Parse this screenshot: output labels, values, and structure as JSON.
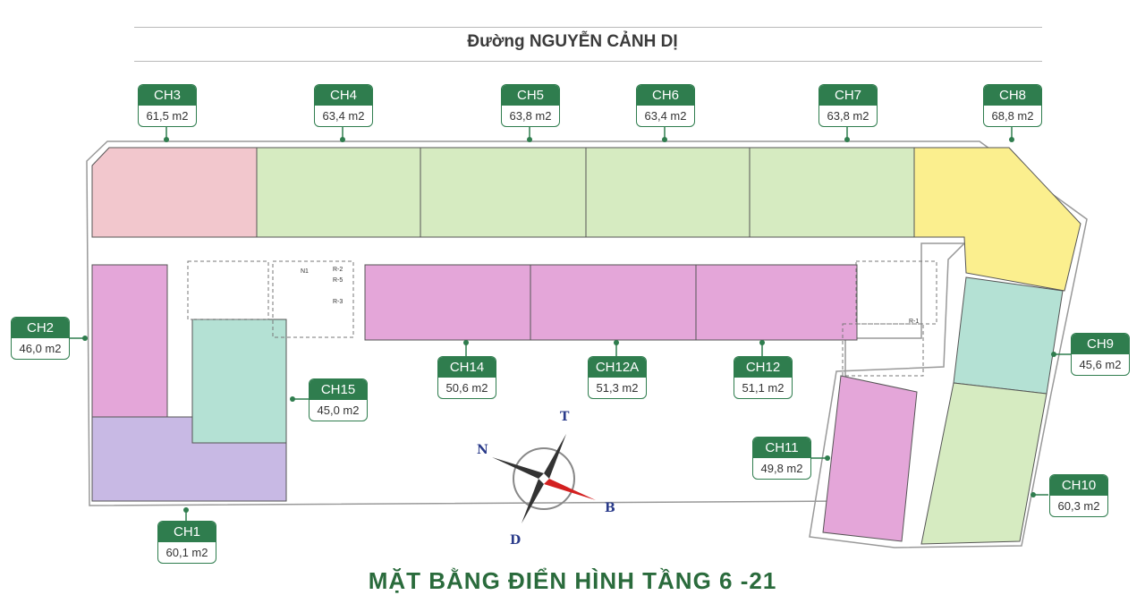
{
  "street": "Đường NGUYỄN CẢNH DỊ",
  "title": "MẶT BẰNG ĐIỂN HÌNH TẦNG 6 -21",
  "units": [
    {
      "name": "CH3",
      "area": "61,5 m2"
    },
    {
      "name": "CH4",
      "area": "63,4 m2"
    },
    {
      "name": "CH5",
      "area": "63,8 m2"
    },
    {
      "name": "CH6",
      "area": "63,4 m2"
    },
    {
      "name": "CH7",
      "area": "63,8 m2"
    },
    {
      "name": "CH8",
      "area": "68,8 m2"
    },
    {
      "name": "CH2",
      "area": "46,0 m2"
    },
    {
      "name": "CH15",
      "area": "45,0 m2"
    },
    {
      "name": "CH14",
      "area": "50,6 m2"
    },
    {
      "name": "CH12A",
      "area": "51,3 m2"
    },
    {
      "name": "CH12",
      "area": "51,1 m2"
    },
    {
      "name": "CH9",
      "area": "45,6 m2"
    },
    {
      "name": "CH11",
      "area": "49,8 m2"
    },
    {
      "name": "CH10",
      "area": "60,3 m2"
    },
    {
      "name": "CH1",
      "area": "60,1 m2"
    }
  ],
  "compass": {
    "n": "T",
    "e": "B",
    "s": "D",
    "w": "N"
  },
  "rooms": {
    "n1": "N1",
    "r2": "R-2",
    "r5": "R-5",
    "r3": "R-3",
    "r1": "R-1"
  },
  "colors": {
    "pink": "#f2c7cd",
    "green": "#d6ebc1",
    "yellow": "#fbef8e",
    "magenta": "#e4a6d9",
    "teal": "#b4e1d4",
    "purple": "#c8b9e4",
    "brand": "#2f7d4e"
  }
}
